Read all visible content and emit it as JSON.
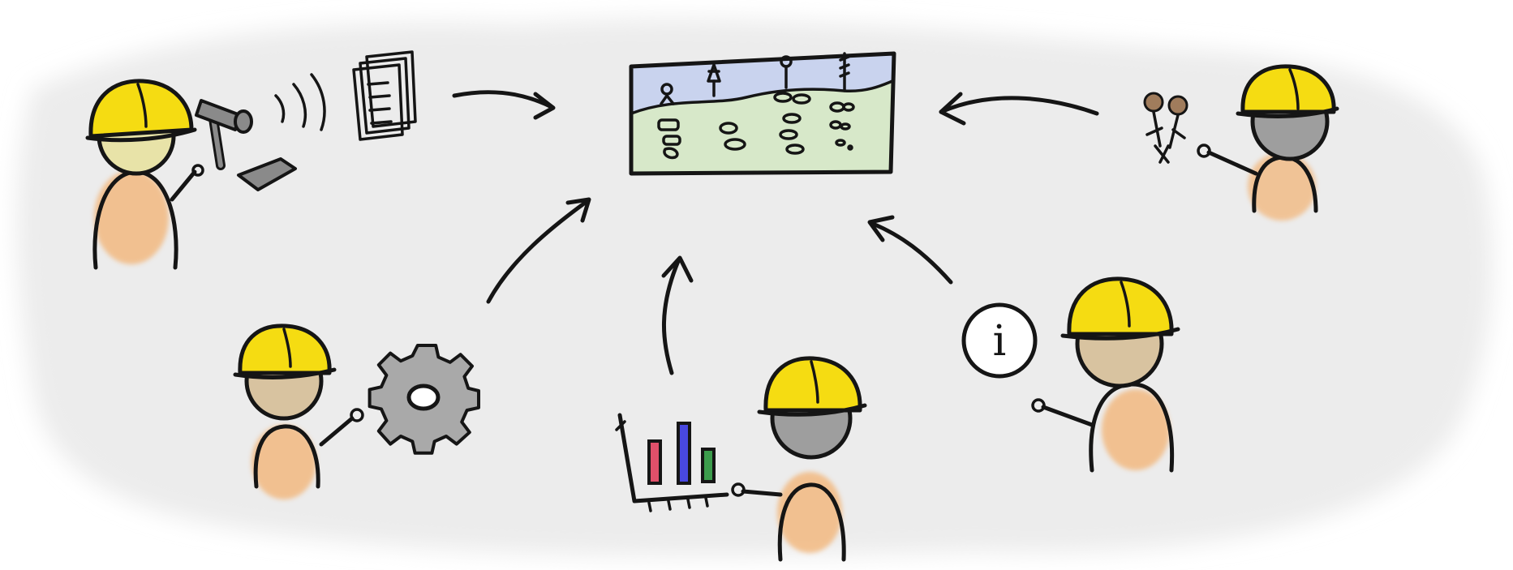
{
  "diagram": {
    "type": "hand-drawn-illustration",
    "central_element": "geological-cross-section-board",
    "contributors": [
      "field-geologist-hammer-documents",
      "engineer-gear",
      "analyst-bar-chart",
      "informant-info-sign",
      "biologist-plants"
    ],
    "arrow_count": 5,
    "icons": [
      "hammer-icon",
      "rock-sample-icon",
      "documents-icon",
      "gear-icon",
      "bar-chart-icon",
      "info-icon",
      "plant-icon",
      "hard-hat-icon"
    ],
    "colors": {
      "background_wash": "#efefef",
      "helmet": "#f5dc12",
      "skin": "#d8c3a0",
      "body": "#f3b272",
      "ink": "#151515",
      "sky": "#c9d3ee",
      "ground": "#d7e8c9",
      "gear": "#a9a9a9",
      "bar_red": "#e0506a",
      "bar_blue": "#4848e0",
      "bar_green": "#3c9c4c"
    }
  },
  "info_sign": {
    "label": "i"
  }
}
